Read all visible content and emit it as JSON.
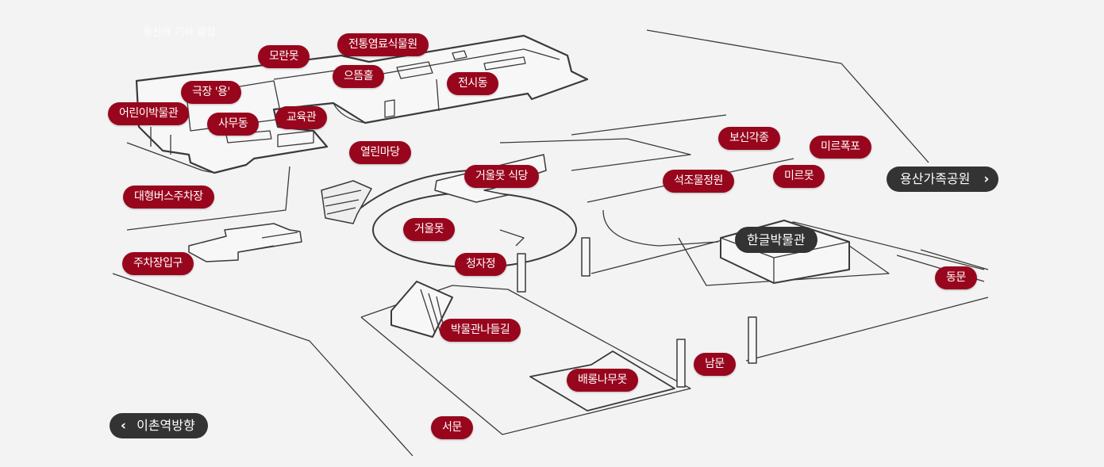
{
  "top_caption": "용산역 기이 광장",
  "labels": {
    "moranmot": "모란못",
    "dye_garden": "전통염료식물원",
    "theater": "극장 '용'",
    "eutteumhol": "으뜸홀",
    "exhibition": "전시동",
    "children_museum": "어린이박물관",
    "office": "사무동",
    "education": "교육관",
    "open_yard": "열린마당",
    "bell": "보신각종",
    "mirr_falls": "미르폭포",
    "mirror_restaurant": "거울못 식당",
    "stone_garden": "석조물정원",
    "mirr_pond": "미르못",
    "bus_parking": "대형버스주차장",
    "mirror_pond": "거울못",
    "parking_entrance": "주차장입구",
    "cheongja": "청자정",
    "east_gate": "동문",
    "museum_path": "박물관나들길",
    "south_gate": "남문",
    "baerong": "배롱나무못",
    "west_gate": "서문"
  },
  "buildings": {
    "hangeul_museum": "한글박물관"
  },
  "directions": {
    "yongsan_park": {
      "label": "용산가족공원",
      "icon": "chevron-right-icon"
    },
    "ichon_station": {
      "label": "이촌역방향",
      "icon": "chevron-left-icon"
    }
  },
  "colors": {
    "label_bg": "#98061d",
    "dark_pill": "#333333",
    "background": "#f3f3f3",
    "line": "#333333"
  }
}
